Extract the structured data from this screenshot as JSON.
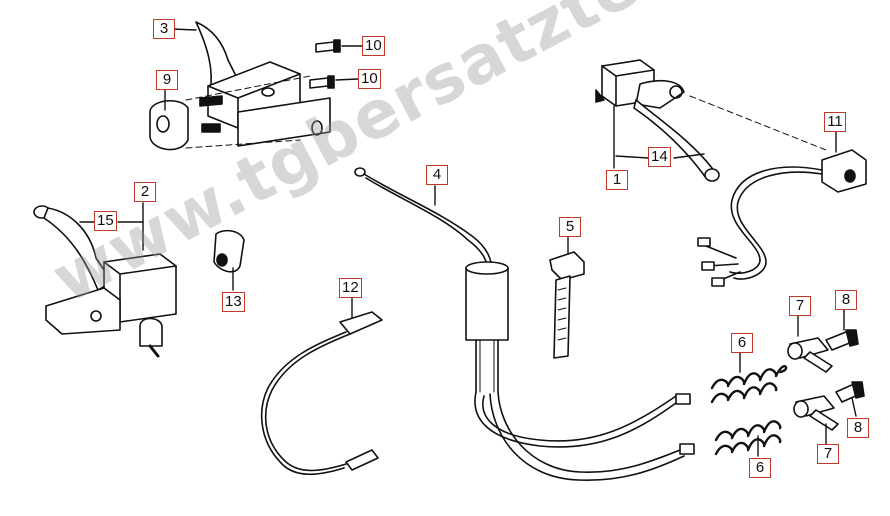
{
  "watermark": "www.tgbersatzteile.de",
  "colors": {
    "line": "#111111",
    "label_border": "#c0392b",
    "watermark": "#999999"
  },
  "callouts": [
    {
      "id": "3",
      "text": "3"
    },
    {
      "id": "10a",
      "text": "10"
    },
    {
      "id": "10b",
      "text": "10"
    },
    {
      "id": "9",
      "text": "9"
    },
    {
      "id": "2",
      "text": "2"
    },
    {
      "id": "15",
      "text": "15"
    },
    {
      "id": "13",
      "text": "13"
    },
    {
      "id": "4",
      "text": "4"
    },
    {
      "id": "12",
      "text": "12"
    },
    {
      "id": "5",
      "text": "5"
    },
    {
      "id": "1",
      "text": "1"
    },
    {
      "id": "14",
      "text": "14"
    },
    {
      "id": "11",
      "text": "11"
    },
    {
      "id": "7a",
      "text": "7"
    },
    {
      "id": "8a",
      "text": "8"
    },
    {
      "id": "6a",
      "text": "6"
    },
    {
      "id": "8b",
      "text": "8"
    },
    {
      "id": "7b",
      "text": "7"
    },
    {
      "id": "6b",
      "text": "6"
    }
  ]
}
